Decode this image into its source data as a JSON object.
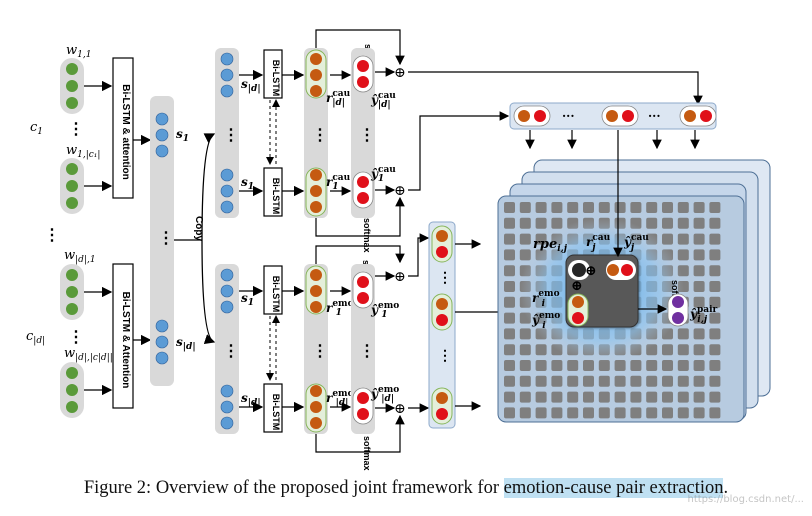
{
  "labels": {
    "w11": "w",
    "w11_sub": "1,1",
    "w1c1": "w",
    "w1c1_sub": "1,|c₁|",
    "wd1": "w",
    "wd1_sub": "|d|,1",
    "wdc": "w",
    "wdc_sub": "|d|,|c|d||",
    "c1": "c",
    "c1_sub": "1",
    "cd": "c",
    "cd_sub": "|d|",
    "bilstm_attention_top": "Bi-LSTM & attention",
    "bilstm_attention_bottom": "Bi-LSTM & Attention",
    "s1": "s",
    "s1_sub": "1",
    "sd": "s",
    "sd_sub": "|d|",
    "copy": "Copy",
    "bilstm": "Bi-LSTM",
    "softmax": "softmax",
    "r_cau_d": "r",
    "r_cau_d_sup": "cau",
    "r_cau_d_sub": "|d|",
    "y_cau_d": "ŷ",
    "y_cau_d_sup": "cau",
    "y_cau_d_sub": "|d|",
    "r_cau_1": "r",
    "r_cau_1_sup": "cau",
    "r_cau_1_sub": "1",
    "y_cau_1": "ŷ",
    "y_cau_1_sup": "cau",
    "y_cau_1_sub": "1",
    "r_emo_1": "r",
    "r_emo_1_sup": "emo",
    "r_emo_1_sub": "1",
    "y_emo_1": "ŷ",
    "y_emo_1_sup": "emo",
    "y_emo_1_sub": "1",
    "r_emo_d": "r",
    "r_emo_d_sup": "emo",
    "r_emo_d_sub": "|d|",
    "y_emo_d": "ŷ",
    "y_emo_d_sup": "emo",
    "y_emo_d_sub": "|d|",
    "rpe": "rpe",
    "rpe_sub": "i,j",
    "rj": "r",
    "rj_sup": "cau",
    "rj_sub": "j",
    "yj": "ŷ",
    "yj_sup": "cau",
    "yj_sub": "j",
    "ri": "r",
    "ri_sup": "emo",
    "ri_sub": "i",
    "yi": "ŷ",
    "yi_sup": "emo",
    "yi_sub": "i",
    "ypair": "ŷ",
    "ypair_sup": "pair",
    "ypair_sub": "i,j",
    "dots": "⋮",
    "hdots": "···",
    "oplus": "⊕"
  },
  "caption": {
    "prefix": "Figure 2: Overview of the proposed joint framework for ",
    "highlight": "emotion-cause pair extraction",
    "suffix": "."
  },
  "watermark": "https://blog.csdn.net/...",
  "colors": {
    "word_node": "#5a9a3a",
    "sentence_node": "#5b9bd5",
    "cause_node": "#c55a11",
    "pred_node": "#e0101a",
    "pair_node": "#7030a0",
    "rpe_node": "#262626",
    "column_fill": "#d9d9d9",
    "grid_cell": "#7f7f7f",
    "grid_bg": "#b7cbe0",
    "highlight_glow": "#5aa8e8"
  }
}
